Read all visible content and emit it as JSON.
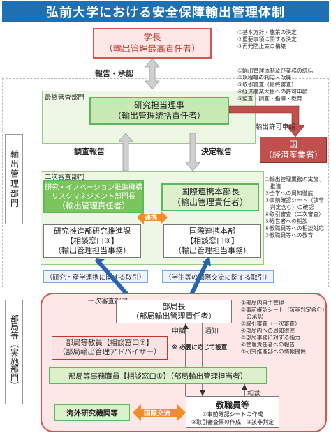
{
  "title": "弘前大学における安全保障輸出管理体制",
  "side_labels": {
    "upper": "輸出管理部門",
    "lower": "部局等（実施部門）"
  },
  "president": {
    "line1": "学長",
    "line2": "（輸出管理最高責任者）"
  },
  "president_notes": [
    "①基本方針・施策の決定",
    "②重要事項に関する決定",
    "③再発防止策の構築"
  ],
  "arrow_report_approval": "報告・承認",
  "final_review": {
    "label": "最終審査部門",
    "box_line1": "研究担当理事",
    "box_line2": "（輸出管理統括責任者）"
  },
  "final_review_notes": [
    "①輸出管理体制及び業務の統括",
    "②規程等の制定・改廃",
    "③取引審査（最終審査）",
    "④経済産業大臣への許可申請",
    "⑤監査・調査・指導・教育"
  ],
  "export_permit": "輸出許可申請",
  "government": {
    "line1": "国",
    "line2": "（経済産業省）"
  },
  "investigation_report": "調査報告",
  "decision_report": "決定報告",
  "second_review": {
    "label": "二次審査部門",
    "left_line1": "研究・イノベーション推進機構",
    "left_line2": "リスクマネジメント部門長",
    "left_line3": "（輸出管理責任者）",
    "right_line1": "国際連携本部長",
    "right_line2": "（輸出管理責任者）",
    "cooperation": "連携",
    "sub_left_line1": "研究推進部研究推進課",
    "sub_left_line2": "【相談窓口③】",
    "sub_left_line3": "（輸出管理担当事務）",
    "sub_right_line1": "国際連携本部",
    "sub_right_line2": "【相談窓口③】",
    "sub_right_line3": "（輸出管理担当事務）"
  },
  "second_review_notes": [
    "①輸出管理業務の実施、",
    "　推進",
    "②全学への周知徹底",
    "③事前確認シート（該非",
    "　判定含む）の確認",
    "④取引審査（二次審査）",
    "⑤経営者への相談",
    "⑥教職員等への相談対応",
    "⑦教職員等への教育"
  ],
  "transactions": {
    "research": "（研究・産学連携に関する取引）",
    "student": "（学生等の国際交流に関する取引）"
  },
  "first_review": {
    "label": "一次審査部門",
    "dept_head_line1": "部局長",
    "dept_head_line2": "（部局輸出管理責任者）",
    "apply": "申請",
    "notify": "通知",
    "faculty_line1": "部局等教員【相談窓口②】",
    "faculty_line2": "（部局輸出管理アドバイザー）",
    "faculty_note": "※ 必要に応じて設置",
    "office": "部局等事務職員【相談窓口①】（部局輸出管理担当者）",
    "consult": "相談",
    "staff_title": "教職員等",
    "staff_line1": "①事前確認シートの作成",
    "staff_line2": "②取引審査票の作成　③該非判定",
    "overseas": "海外研究機関等",
    "exchange": "国際交流"
  },
  "first_review_notes": [
    "①部局内自主管理",
    "②事前確認シート（該非判定含む）",
    "　の承認",
    "③取引審査（一次審査）",
    "④部局内への周知徹底",
    "⑤部局事務に対する指力",
    "⑥管理責任者への報告",
    "⑦研究推進部への情報提供"
  ],
  "colors": {
    "title": "#1f6fb3",
    "red": "#d9534f",
    "green": "#5cb85c",
    "orange": "#f28c28",
    "blue_arrow": "#2a62b0"
  }
}
